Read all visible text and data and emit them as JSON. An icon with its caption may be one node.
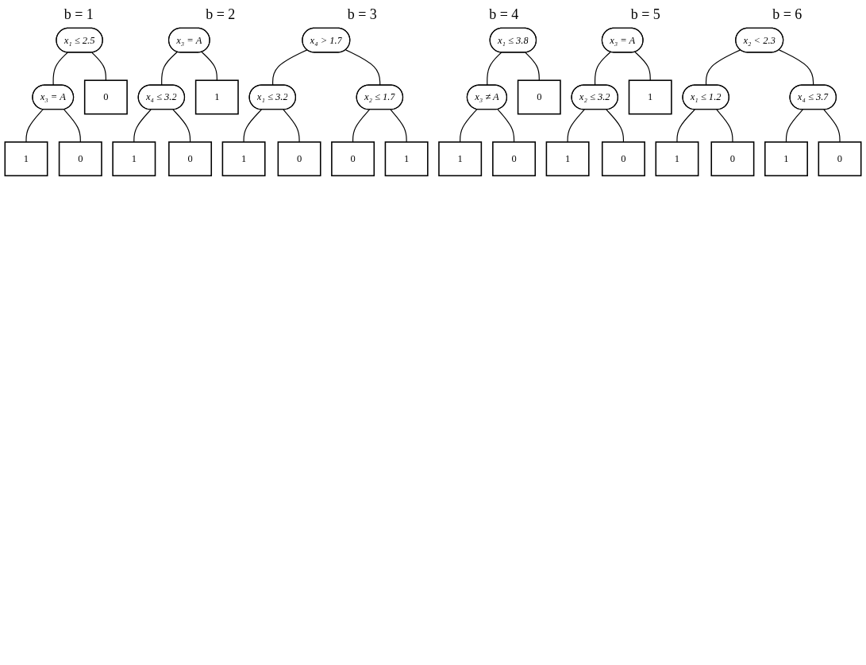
{
  "diagram": {
    "nodes": [
      {
        "text": [
          "x₁ ≤ 2.5"
        ]
      },
      {
        "text": [
          "x₃ = A"
        ]
      },
      {
        "text": [
          "0"
        ]
      },
      {
        "text": [
          "1"
        ]
      },
      {
        "text": [
          "0"
        ]
      },
      {
        "text": [
          "x₃ = A"
        ]
      },
      {
        "text": [
          "x₄ ≤ 3.2"
        ]
      },
      {
        "text": [
          "1"
        ]
      },
      {
        "text": [
          "1"
        ]
      },
      {
        "text": [
          "0"
        ]
      },
      {
        "text": [
          "x₄ > 1.7"
        ]
      },
      {
        "text": [
          "x₁ ≤ 3.2"
        ]
      },
      {
        "text": [
          "x₂ ≤ 1.7"
        ]
      },
      {
        "text": [
          "1"
        ]
      },
      {
        "text": [
          "0"
        ]
      },
      {
        "text": [
          "0"
        ]
      },
      {
        "text": [
          "1"
        ]
      },
      {
        "text": [
          "x₁ ≤ 3.8"
        ]
      },
      {
        "text": [
          "x₃ ≠ A"
        ]
      },
      {
        "text": [
          "0"
        ]
      },
      {
        "text": [
          "1"
        ]
      },
      {
        "text": [
          "0"
        ]
      },
      {
        "text": [
          "x₃ = A"
        ]
      },
      {
        "text": [
          "x₂ ≤ 3.2"
        ]
      },
      {
        "text": [
          "1"
        ]
      },
      {
        "text": [
          "1"
        ]
      },
      {
        "text": [
          "0"
        ]
      },
      {
        "text": [
          "x₂ < 2.3"
        ]
      },
      {
        "text": [
          "x₁ ≤ 1.2"
        ]
      },
      {
        "text": [
          "x₄ ≤ 3.7"
        ]
      },
      {
        "text": [
          "1"
        ]
      },
      {
        "text": [
          "0"
        ]
      },
      {
        "text": [
          "1"
        ]
      },
      {
        "text": [
          "0"
        ]
      }
    ],
    "edges": [
      {
        "from": 0,
        "to": 1,
        "arrow": "none"
      },
      {
        "from": 0,
        "to": 2,
        "arrow": "none"
      },
      {
        "from": 1,
        "to": 3,
        "arrow": "none"
      },
      {
        "from": 1,
        "to": 4,
        "arrow": "none"
      },
      {
        "from": 5,
        "to": 6,
        "arrow": "none"
      },
      {
        "from": 5,
        "to": 7,
        "arrow": "none"
      },
      {
        "from": 6,
        "to": 8,
        "arrow": "none"
      },
      {
        "from": 6,
        "to": 9,
        "arrow": "none"
      },
      {
        "from": 10,
        "to": 11,
        "arrow": "none"
      },
      {
        "from": 10,
        "to": 12,
        "arrow": "none"
      },
      {
        "from": 11,
        "to": 13,
        "arrow": "none"
      },
      {
        "from": 11,
        "to": 14,
        "arrow": "none"
      },
      {
        "from": 12,
        "to": 15,
        "arrow": "none"
      },
      {
        "from": 12,
        "to": 16,
        "arrow": "none"
      },
      {
        "from": 17,
        "to": 18,
        "arrow": "none"
      },
      {
        "from": 17,
        "to": 19,
        "arrow": "none"
      },
      {
        "from": 18,
        "to": 20,
        "arrow": "none"
      },
      {
        "from": 18,
        "to": 21,
        "arrow": "none"
      },
      {
        "from": 22,
        "to": 23,
        "arrow": "none"
      },
      {
        "from": 22,
        "to": 24,
        "arrow": "none"
      },
      {
        "from": 23,
        "to": 25,
        "arrow": "none"
      },
      {
        "from": 23,
        "to": 26,
        "arrow": "none"
      },
      {
        "from": 27,
        "to": 28,
        "arrow": "none"
      },
      {
        "from": 27,
        "to": 29,
        "arrow": "none"
      },
      {
        "from": 28,
        "to": 30,
        "arrow": "none"
      },
      {
        "from": 28,
        "to": 31,
        "arrow": "none"
      },
      {
        "from": 29,
        "to": 32,
        "arrow": "none"
      },
      {
        "from": 29,
        "to": 33,
        "arrow": "none"
      }
    ],
    "labels": [
      "b = 1",
      "b = 2",
      "b = 3",
      "b = 4",
      "b = 5",
      "b = 6"
    ]
  }
}
